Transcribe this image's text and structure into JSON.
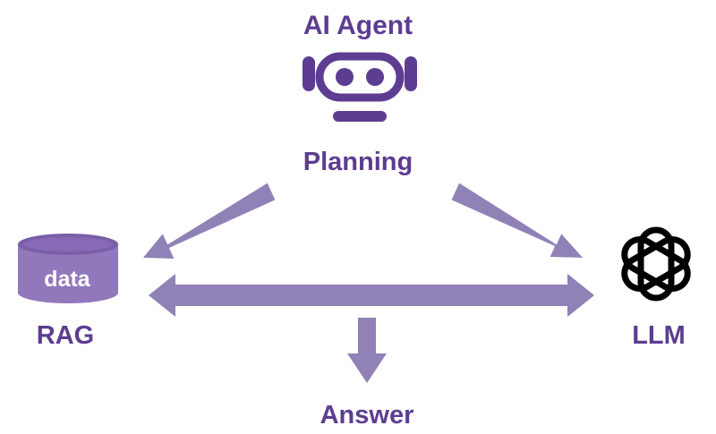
{
  "colors": {
    "primary": "#5c3d91",
    "arrow": "#9081b6",
    "db_light": "#9178bb",
    "db_top": "#7a5fa8",
    "logo": "#000000",
    "background": "#ffffff"
  },
  "agent": {
    "title": "AI Agent",
    "icon": "robot-head-icon",
    "step": "Planning"
  },
  "rag": {
    "db_label": "data",
    "icon": "database-icon",
    "label": "RAG"
  },
  "llm": {
    "icon": "openai-logo-icon",
    "label": "LLM"
  },
  "output": {
    "label": "Answer"
  }
}
